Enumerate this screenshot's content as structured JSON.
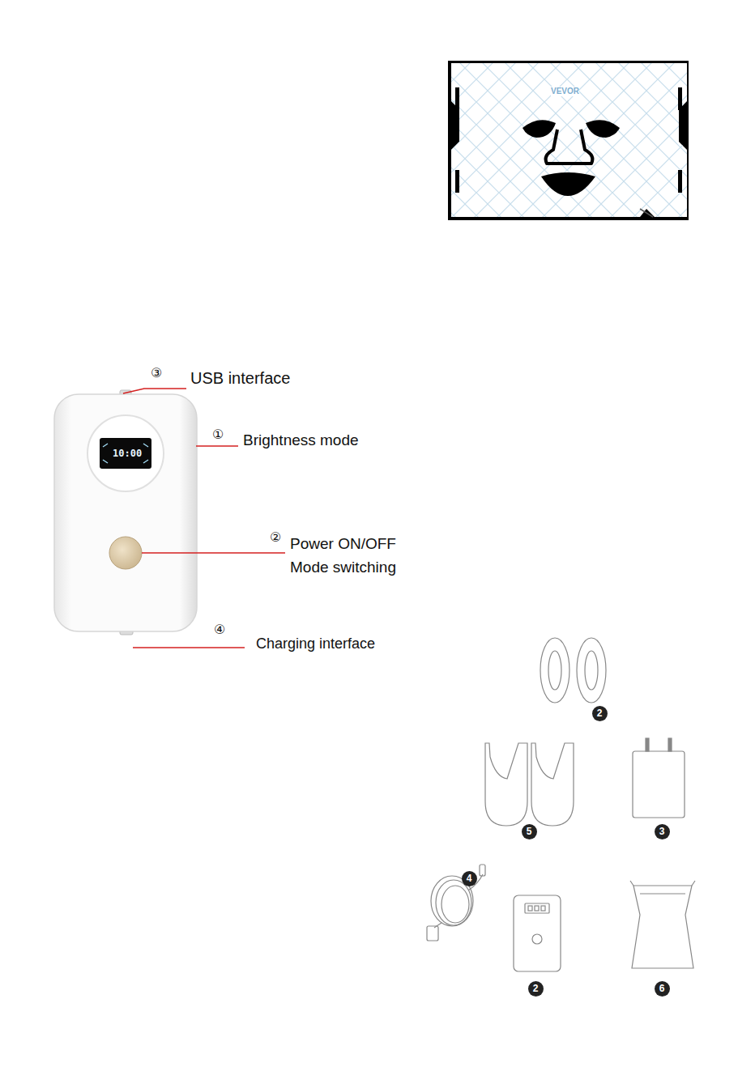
{
  "diagram": {
    "nodes": [
      {
        "text": [
          "2"
        ]
      },
      {
        "text": [
          "5"
        ]
      },
      {
        "text": [
          "3"
        ]
      },
      {
        "text": [
          "4"
        ]
      },
      {
        "text": [
          "2"
        ]
      },
      {
        "text": [
          "6"
        ]
      }
    ],
    "labels": [
      "VEVOR",
      "③",
      "USB interface",
      "①",
      "Brightness mode",
      "②",
      "Power ON/OFF Mode switching",
      "④",
      "Charging interface",
      "10:00"
    ]
  }
}
